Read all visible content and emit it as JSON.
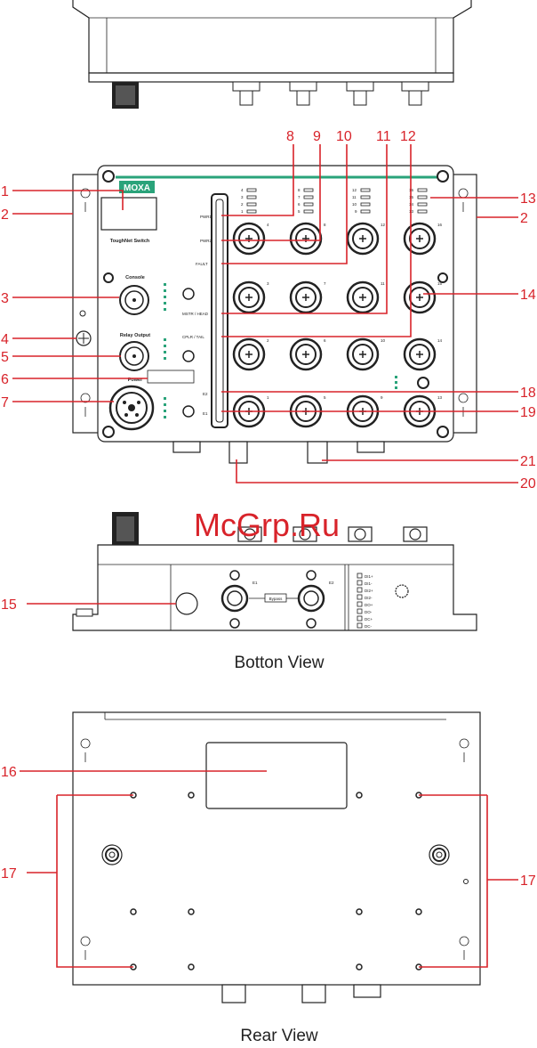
{
  "brand": "MOXA",
  "product_label": "ToughNet Switch",
  "watermark": "McGrp.Ru",
  "captions": {
    "bottom": "Botton View",
    "rear": "Rear View"
  },
  "callouts": [
    "1",
    "2",
    "3",
    "4",
    "5",
    "6",
    "7",
    "8",
    "9",
    "10",
    "11",
    "12",
    "13",
    "2",
    "14",
    "18",
    "19",
    "21",
    "20",
    "15",
    "16",
    "17",
    "17"
  ],
  "front_labels": {
    "console": "Console",
    "relay": "Relay Output",
    "power": "Power",
    "pwr1": "PWR1",
    "pwr2": "PWR2",
    "fault": "FAULT",
    "mstr": "MSTR / HEAD",
    "cpl": "CPLR / TAIL",
    "e1": "E1",
    "e2": "E2"
  },
  "port_numbers": [
    "4",
    "8",
    "12",
    "16",
    "3",
    "7",
    "11",
    "15",
    "2",
    "6",
    "10",
    "14",
    "1",
    "5",
    "9",
    "13"
  ],
  "led_numbers": [
    [
      "4",
      "3",
      "2",
      "1"
    ],
    [
      "8",
      "7",
      "6",
      "5"
    ],
    [
      "12",
      "11",
      "10",
      "9"
    ],
    [
      "16",
      "15",
      "14",
      "13"
    ]
  ],
  "bottom_labels": {
    "e1": "E1",
    "e2": "E2",
    "bypass": "Bypass"
  },
  "pin_labels": [
    "DI1+",
    "DI1-",
    "DI2+",
    "DI2-",
    "DO+",
    "DO-",
    "DC+",
    "DC-"
  ]
}
